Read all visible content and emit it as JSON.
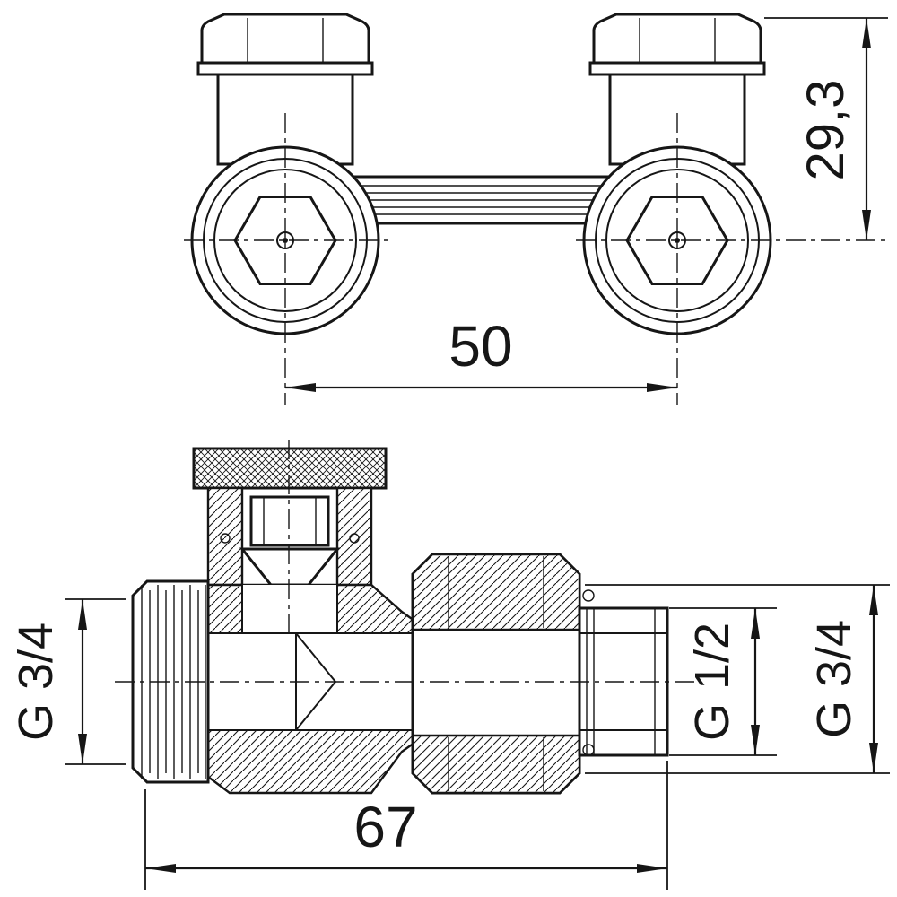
{
  "colors": {
    "background": "#ffffff",
    "line": "#161616"
  },
  "dimensions": {
    "center_distance": "50",
    "height_offset": "29,3",
    "thread_left": "G 3/4",
    "thread_middle": "G 1/2",
    "thread_right": "G 3/4",
    "overall_length": "67"
  }
}
